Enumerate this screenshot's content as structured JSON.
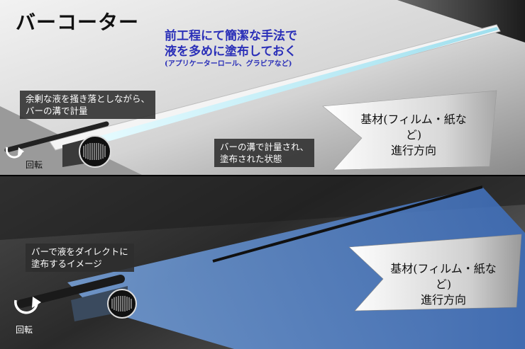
{
  "title": "バーコーター",
  "top_panel": {
    "note_line1": "前工程にて簡潔な手法で",
    "note_line2": "液を多めに塗布しておく",
    "note_line3": "(アプリケーターロール、グラビアなど)",
    "callout_scrape_line1": "余剰な液を掻き落としながら、",
    "callout_scrape_line2": "バーの溝で計量",
    "callout_metered_line1": "バーの溝で計量され、",
    "callout_metered_line2": "塗布された状態",
    "arrow_line1": "基材(フィルム・紙など)",
    "arrow_line2": "進行方向",
    "rotation_label": "回転"
  },
  "bottom_panel": {
    "callout_direct_line1": "バーで液をダイレクトに",
    "callout_direct_line2": "塗布するイメージ",
    "arrow_line1": "基材(フィルム・紙など)",
    "arrow_line2": "進行方向",
    "rotation_label": "回転"
  },
  "colors": {
    "note_blue": "#2a2fb8",
    "coating_cyan": "#bfeef7",
    "coating_blue": "#5b8fd6",
    "callout_bg": "#2d2d2d"
  },
  "icons": [
    "rotation-arrow-icon",
    "groove-detail-icon",
    "direction-arrow-icon"
  ]
}
